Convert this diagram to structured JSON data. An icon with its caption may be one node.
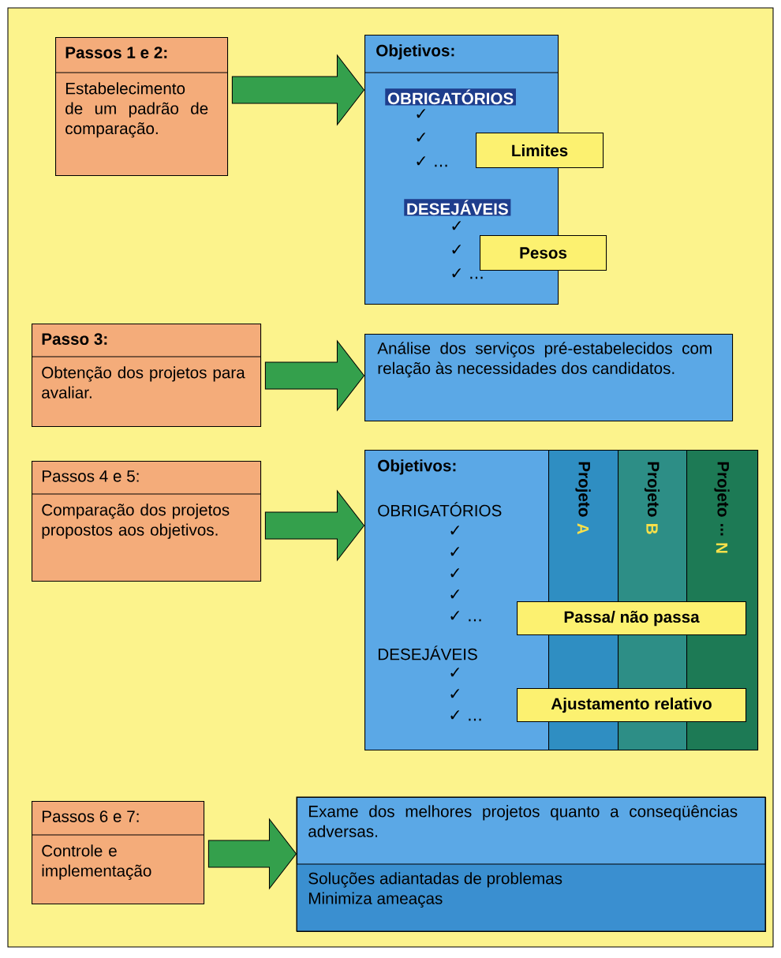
{
  "diagram": {
    "nodes": [
      {
        "text": [
          "Passos 1 e 2:",
          "Estabelecimento de um padrão de comparação."
        ]
      },
      {
        "text": [
          "Objetivos:",
          "OBRIGATÓRIOS",
          "✓",
          "✓",
          "✓ ...",
          "DESEJÁVEIS",
          "✓",
          "✓",
          "✓ ..."
        ]
      },
      {
        "text": [
          "Limites"
        ]
      },
      {
        "text": [
          "Pesos"
        ]
      },
      {
        "text": [
          "Passo 3:",
          "Obtenção dos projetos para avaliar."
        ]
      },
      {
        "text": [
          "Análise dos serviços pré-estabelecidos com relação às necessidades dos candidatos."
        ]
      },
      {
        "text": [
          "Passos 4 e 5:",
          "Comparação dos projetos propostos aos objetivos."
        ]
      },
      {
        "text": [
          "Objetivos:",
          "OBRIGATÓRIOS",
          "✓",
          "✓",
          "✓",
          "✓",
          "✓ ...",
          "DESEJÁVEIS",
          "✓",
          "✓",
          "✓ ..."
        ]
      },
      {
        "text": [
          "Projeto",
          "A"
        ],
        "in": 7
      },
      {
        "text": [
          "Projeto",
          "B"
        ],
        "in": 7
      },
      {
        "text": [
          "Projeto",
          "...",
          "N"
        ],
        "in": 7
      },
      {
        "text": [
          "Passa/ não passa"
        ],
        "in": 7
      },
      {
        "text": [
          "Ajustamento relativo"
        ],
        "in": 7
      },
      {
        "text": [
          "Passos 6 e 7:",
          "Controle e implementação"
        ]
      },
      {
        "text": [
          "Exame dos melhores projetos quanto a conseqüências adversas.",
          "Soluções adiantadas de problemas",
          "Minimiza ameaças"
        ]
      }
    ],
    "edges": [
      {
        "from": 0,
        "to": 1,
        "arrow": "to"
      },
      {
        "from": 4,
        "to": 5,
        "arrow": "to"
      },
      {
        "from": 6,
        "to": 7,
        "arrow": "to"
      },
      {
        "from": 13,
        "to": 14,
        "arrow": "to"
      }
    ]
  }
}
